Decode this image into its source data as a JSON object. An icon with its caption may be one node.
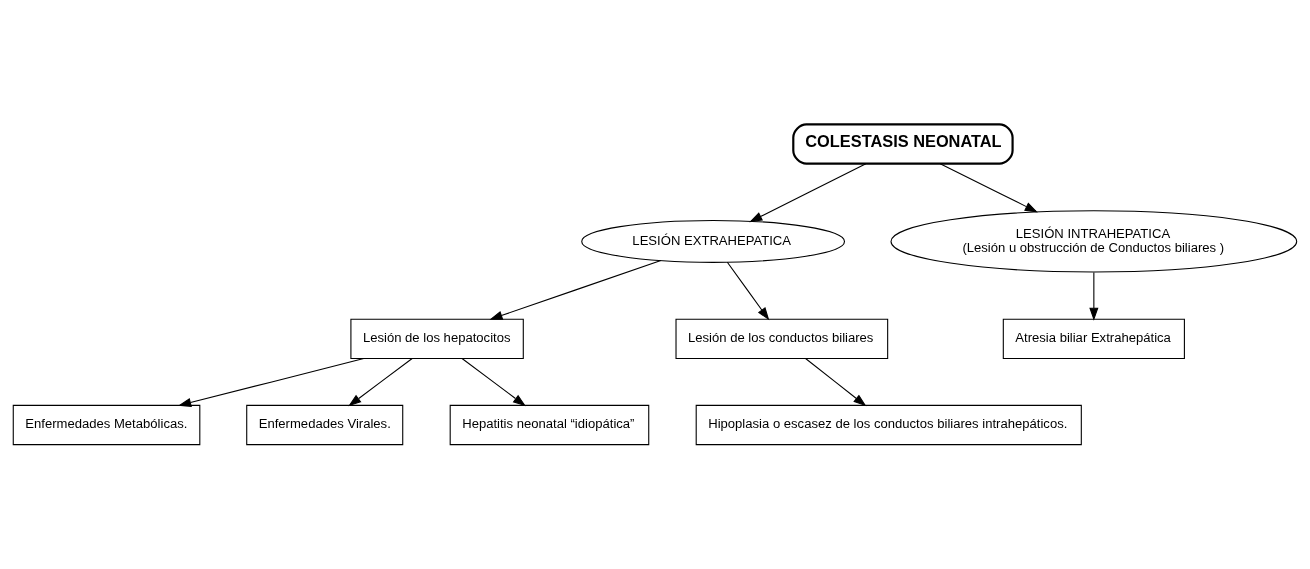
{
  "diagram": {
    "nodes": [
      {
        "text": [
          "COLESTASIS NEONATAL"
        ]
      },
      {
        "text": [
          "LESIÓN EXTRAHEPATICA"
        ]
      },
      {
        "text": [
          "LESIÓN INTRAHEPATICA",
          "(Lesión u obstrucción de Conductos biliares )"
        ]
      },
      {
        "text": [
          "Lesión de los hepatocitos"
        ]
      },
      {
        "text": [
          "Lesión de los conductos biliares"
        ]
      },
      {
        "text": [
          "Atresia biliar Extrahepática"
        ]
      },
      {
        "text": [
          "Enfermedades Metabólicas."
        ]
      },
      {
        "text": [
          "Enfermedades Virales."
        ]
      },
      {
        "text": [
          "Hepatitis neonatal “idiopática”"
        ]
      },
      {
        "text": [
          "Hipoplasia o escasez de los conductos biliares intrahepáticos."
        ]
      }
    ],
    "edges": [
      {
        "from": 0,
        "to": 1,
        "arrow": "to"
      },
      {
        "from": 0,
        "to": 2,
        "arrow": "to"
      },
      {
        "from": 1,
        "to": 3,
        "arrow": "to"
      },
      {
        "from": 1,
        "to": 4,
        "arrow": "to"
      },
      {
        "from": 2,
        "to": 5,
        "arrow": "to"
      },
      {
        "from": 3,
        "to": 6,
        "arrow": "to"
      },
      {
        "from": 3,
        "to": 7,
        "arrow": "to"
      },
      {
        "from": 3,
        "to": 8,
        "arrow": "to"
      },
      {
        "from": 4,
        "to": 9,
        "arrow": "to"
      }
    ]
  }
}
